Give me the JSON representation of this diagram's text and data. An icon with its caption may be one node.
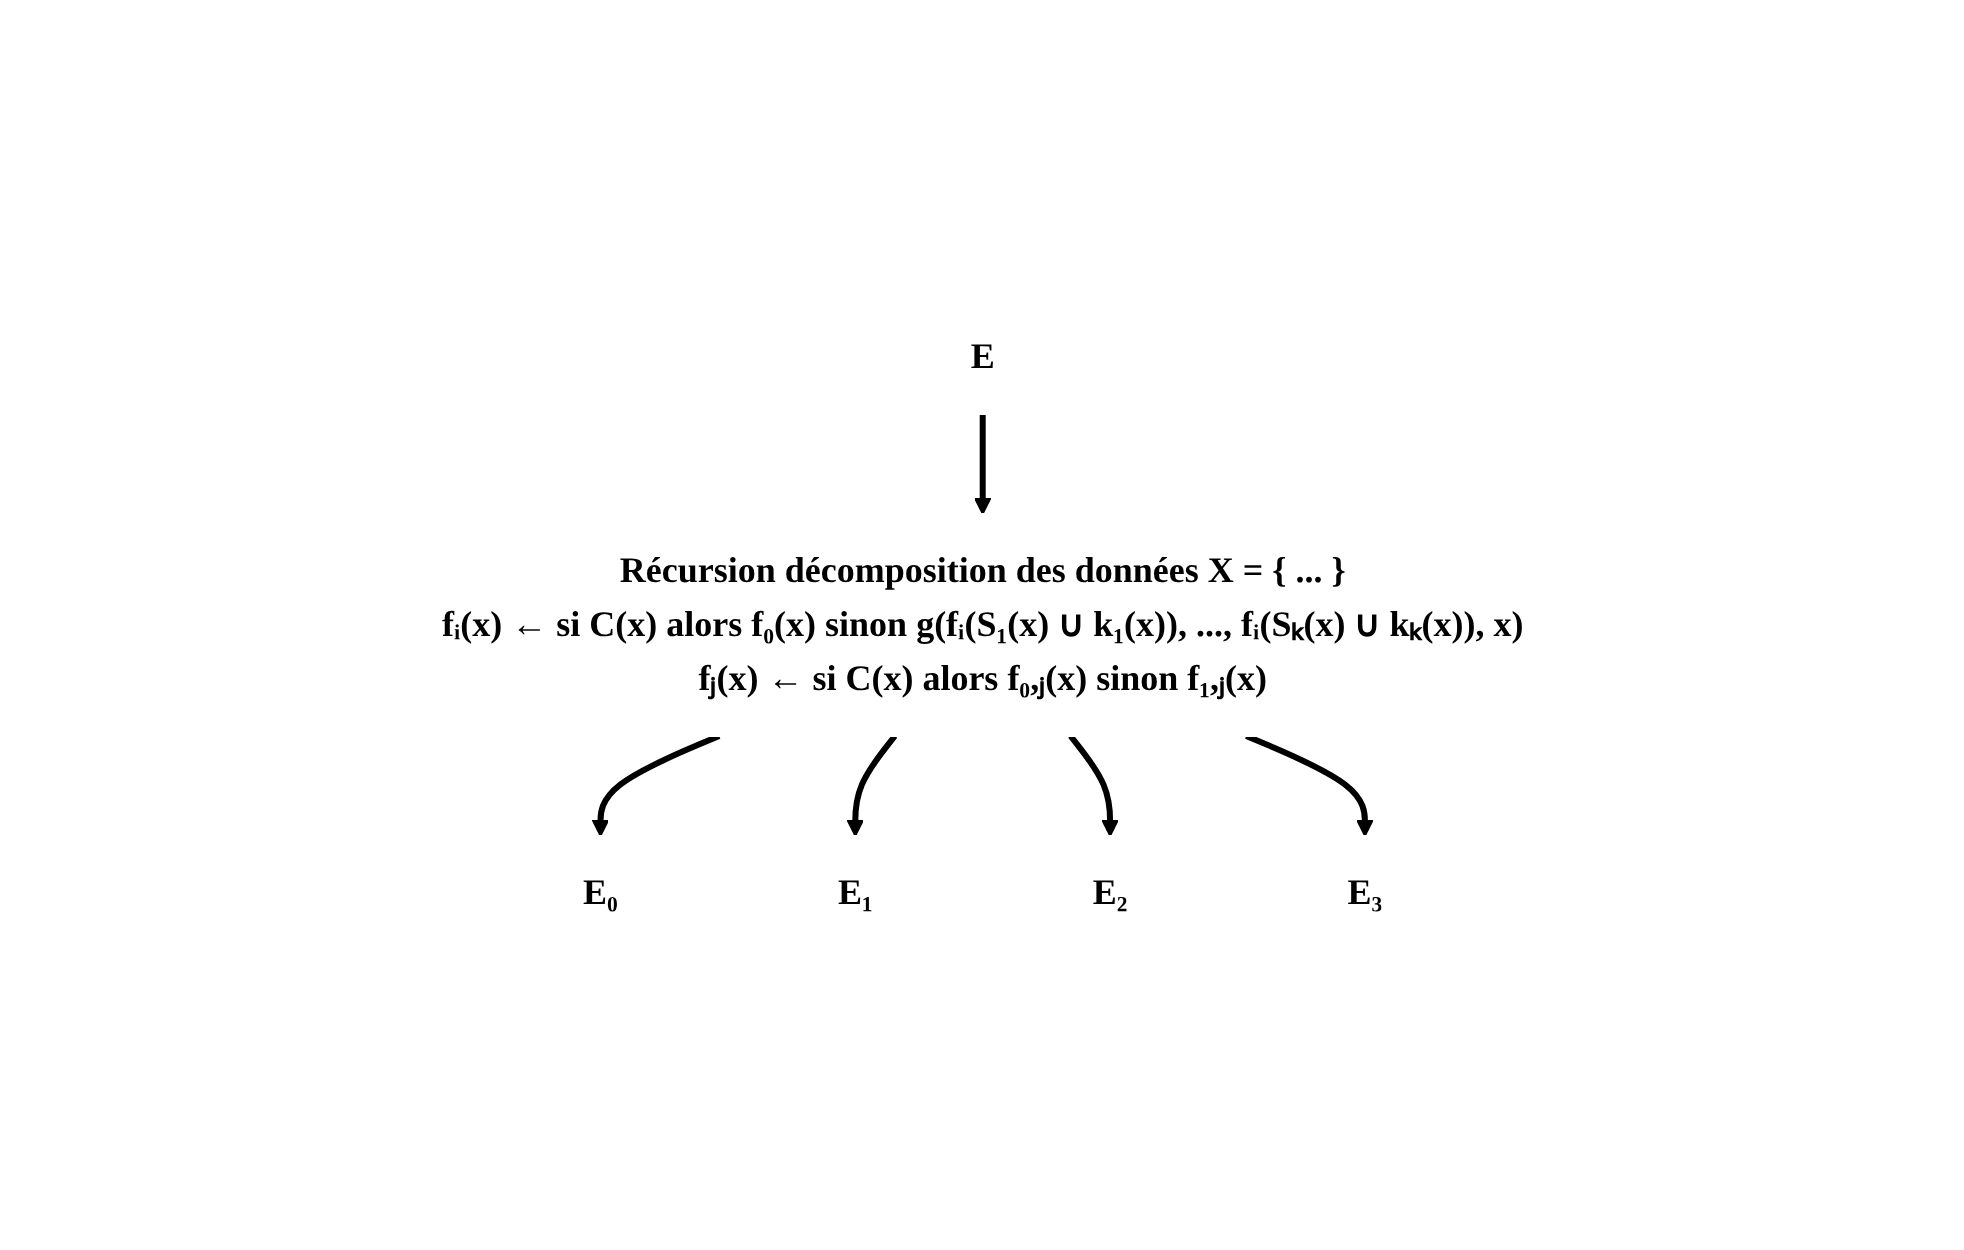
{
  "diagram": {
    "nodes": [
      {
        "text": [
          "E"
        ]
      },
      {
        "text": [
          "Récursion décomposition des données X = { ... }",
          "fᵢ(x) ← si C(x) alors f₀(x) sinon  g(fᵢ(S₁(x) ∪ k₁(x)), ..., fᵢ(Sₖ(x) ∪ kₖ(x)), x)",
          "fⱼ(x) ← si C(x) alors f₀,ⱼ(x) sinon f₁,ⱼ(x)"
        ]
      },
      {
        "text": [
          "E₀"
        ]
      },
      {
        "text": [
          "E₁"
        ]
      },
      {
        "text": [
          "E₂"
        ]
      },
      {
        "text": [
          "E₃"
        ]
      }
    ],
    "edges": [
      {
        "from": 0,
        "to": 1,
        "arrow": "to"
      },
      {
        "from": 1,
        "to": 2,
        "arrow": "to"
      },
      {
        "from": 1,
        "to": 3,
        "arrow": "to"
      },
      {
        "from": 1,
        "to": 4,
        "arrow": "to"
      },
      {
        "from": 1,
        "to": 5,
        "arrow": "to"
      }
    ]
  }
}
